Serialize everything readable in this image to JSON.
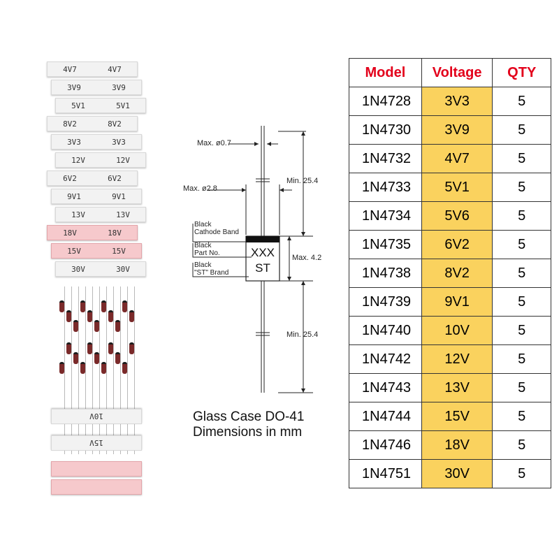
{
  "photo": {
    "tape_labels": [
      {
        "text": "4V7",
        "style": "white"
      },
      {
        "text": "3V9",
        "style": "white"
      },
      {
        "text": "5V1",
        "style": "white"
      },
      {
        "text": "8V2",
        "style": "white"
      },
      {
        "text": "3V3",
        "style": "white"
      },
      {
        "text": "12V",
        "style": "white"
      },
      {
        "text": "6V2",
        "style": "white"
      },
      {
        "text": "9V1",
        "style": "white"
      },
      {
        "text": "13V",
        "style": "white"
      },
      {
        "text": "18V",
        "style": "pink"
      },
      {
        "text": "15V",
        "style": "pink"
      },
      {
        "text": "30V",
        "style": "white"
      }
    ],
    "lower_tape_labels": [
      "10V",
      "15V"
    ]
  },
  "diagram": {
    "lead_diameter": "Max. ø0.7",
    "body_diameter": "Max. ø2.8",
    "lead_length_top": "Min. 25.4",
    "body_length": "Max. 4.2",
    "lead_length_bottom": "Min. 25.4",
    "callout_band": [
      "Black",
      "Cathode Band"
    ],
    "callout_part": [
      "Black",
      "Part No."
    ],
    "callout_brand": [
      "Black",
      "\"ST\" Brand"
    ],
    "marking_part": "XXX",
    "marking_brand": "ST",
    "caption_line1": "Glass Case DO-41",
    "caption_line2": "Dimensions in mm"
  },
  "table": {
    "headers": {
      "model": "Model",
      "voltage": "Voltage",
      "qty": "QTY"
    },
    "rows": [
      {
        "model": "1N4728",
        "voltage": "3V3",
        "qty": "5"
      },
      {
        "model": "1N4730",
        "voltage": "3V9",
        "qty": "5"
      },
      {
        "model": "1N4732",
        "voltage": "4V7",
        "qty": "5"
      },
      {
        "model": "1N4733",
        "voltage": "5V1",
        "qty": "5"
      },
      {
        "model": "1N4734",
        "voltage": "5V6",
        "qty": "5"
      },
      {
        "model": "1N4735",
        "voltage": "6V2",
        "qty": "5"
      },
      {
        "model": "1N4738",
        "voltage": "8V2",
        "qty": "5"
      },
      {
        "model": "1N4739",
        "voltage": "9V1",
        "qty": "5"
      },
      {
        "model": "1N4740",
        "voltage": "10V",
        "qty": "5"
      },
      {
        "model": "1N4742",
        "voltage": "12V",
        "qty": "5"
      },
      {
        "model": "1N4743",
        "voltage": "13V",
        "qty": "5"
      },
      {
        "model": "1N4744",
        "voltage": "15V",
        "qty": "5"
      },
      {
        "model": "1N4746",
        "voltage": "18V",
        "qty": "5"
      },
      {
        "model": "1N4751",
        "voltage": "30V",
        "qty": "5"
      }
    ]
  },
  "colors": {
    "header_text": "#e3001b",
    "voltage_fill": "#fad25e",
    "border": "#333333"
  }
}
